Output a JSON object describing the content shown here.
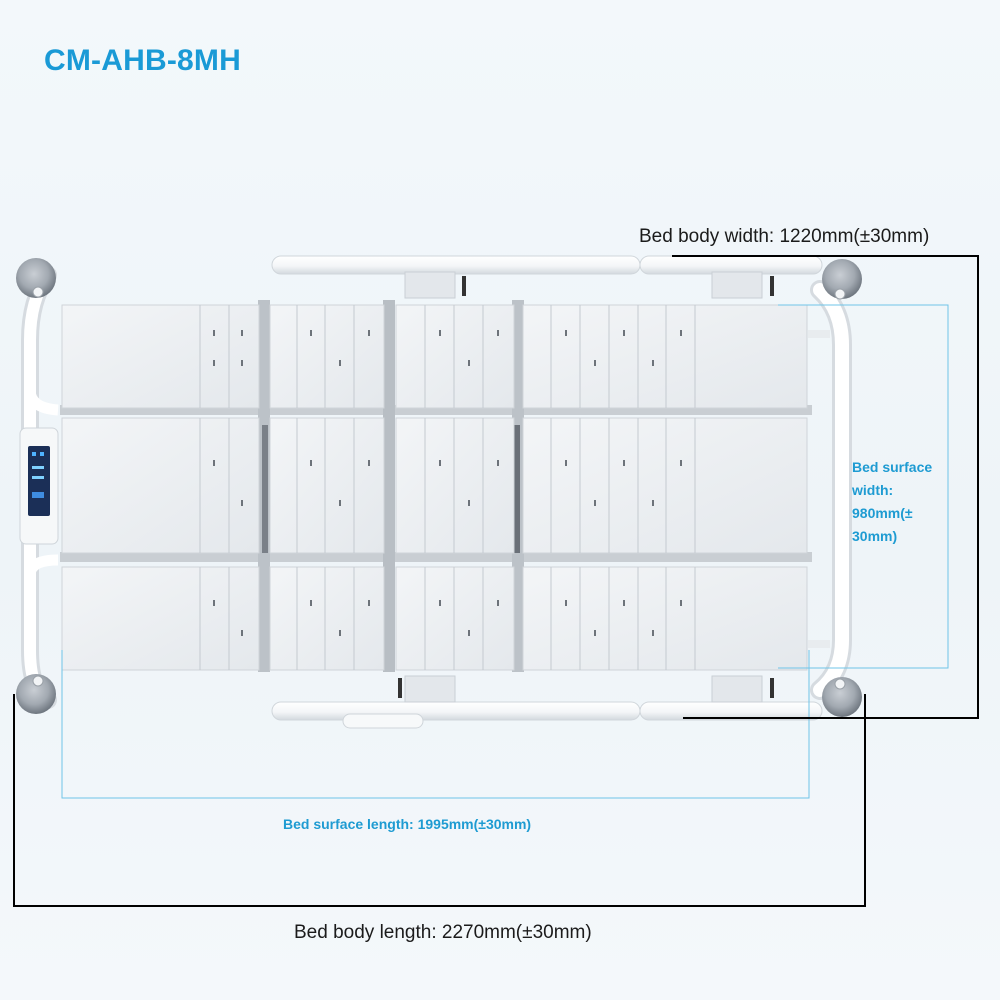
{
  "title": "CM-AHB-8MH",
  "dimensions": {
    "body_width": "Bed body width: 1220mm(±30mm)",
    "body_length": "Bed body length: 2270mm(±30mm)",
    "surface_length": "Bed surface length: 1995mm(±30mm)",
    "surface_width": "Bed surface width: 980mm(± 30mm)"
  },
  "colors": {
    "title": "#1a9ad6",
    "blue_dimension": "#1e9bd2",
    "black_dimension": "#000000",
    "bed_frame": "#ffffff",
    "deck_panel": "#eceff2"
  }
}
